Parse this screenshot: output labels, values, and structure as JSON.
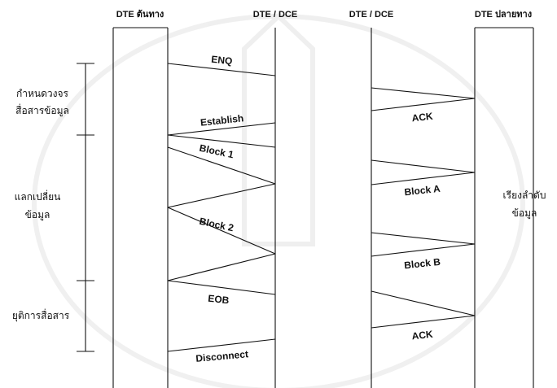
{
  "headers": {
    "source_dte": "DTE ต้นทาง",
    "dte_dce_left": "DTE / DCE",
    "dte_dce_right": "DTE / DCE",
    "dest_dte": "DTE ปลายทาง"
  },
  "phases": {
    "establish": [
      "กำหนดวงจร",
      "สื่อสารข้อมูล"
    ],
    "transfer": [
      "แลกเปลี่ยน",
      "ข้อมูล"
    ],
    "terminate": [
      "ยุติการสื่อสาร"
    ]
  },
  "left_messages": {
    "enq": "ENQ",
    "establish": "Establish",
    "block1": "Block 1",
    "block2": "Block 2",
    "eob": "EOB",
    "disconnect": "Disconnect"
  },
  "right_messages": {
    "ack1": "ACK",
    "block_a": "Block A",
    "block_b": "Block B",
    "ack2": "ACK"
  },
  "dest_note": [
    "เรียงลำดับ",
    "ข้อมูล"
  ]
}
